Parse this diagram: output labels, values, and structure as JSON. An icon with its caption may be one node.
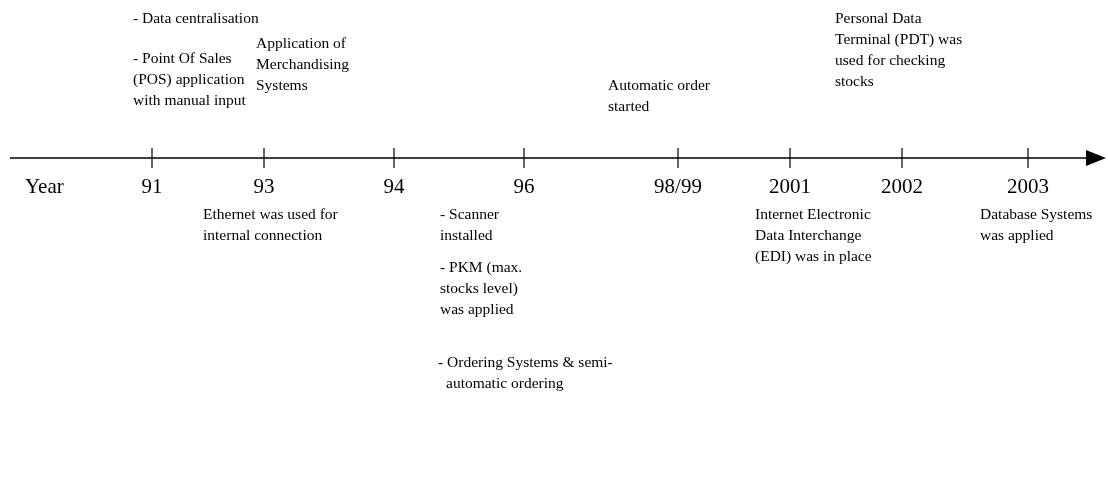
{
  "diagram": {
    "labels": [
      "- Data centralisation",
      "- Point Of Sales (POS) application with manual input",
      "Application of Merchandising Systems",
      "Automatic order started",
      "Personal Data Terminal (PDT) was used for checking stocks",
      "Year",
      "91",
      "93",
      "94",
      "96",
      "98/99",
      "2001",
      "2002",
      "2003",
      "Ethernet was used for internal connection",
      "- Scanner installed",
      "- PKM (max. stocks level) was applied",
      "- Ordering Systems & semi-automatic ordering",
      "Internet Electronic Data Interchange (EDI) was in place",
      "Database Systems was applied"
    ]
  }
}
